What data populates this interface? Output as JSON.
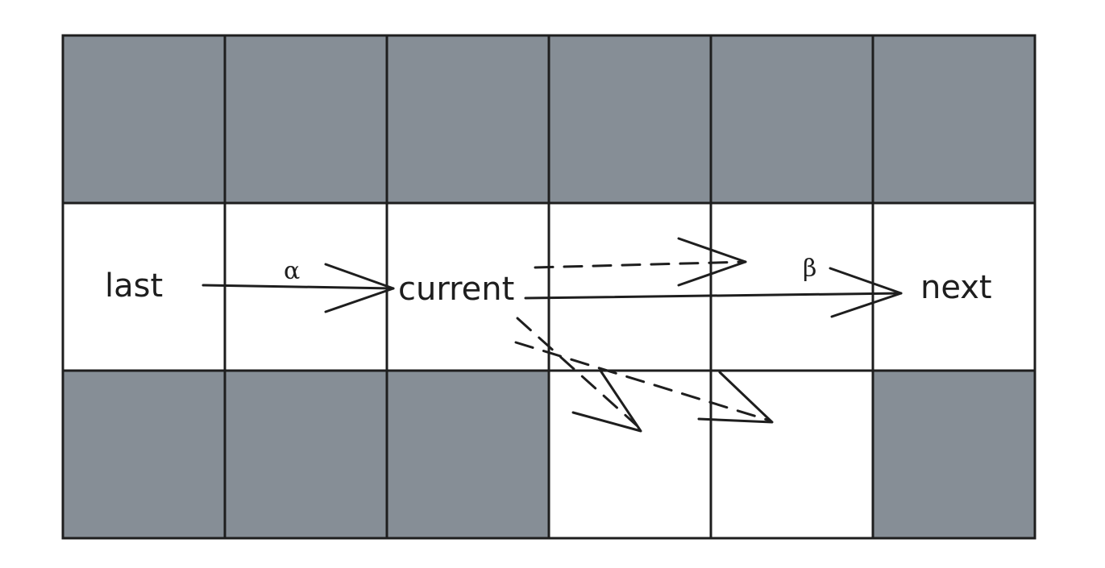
{
  "palette": {
    "blocked": "#868e96",
    "open": "#ffffff",
    "stroke": "#1e1e1e"
  },
  "grid": {
    "rows": 3,
    "cols": 6,
    "cells": [
      [
        "blocked",
        "blocked",
        "blocked",
        "blocked",
        "blocked",
        "blocked"
      ],
      [
        "open",
        "open",
        "open",
        "open",
        "open",
        "open"
      ],
      [
        "blocked",
        "blocked",
        "blocked",
        "open",
        "open",
        "blocked"
      ]
    ]
  },
  "labels": {
    "last": "last",
    "current": "current",
    "next": "next",
    "alpha": "α",
    "beta": "β"
  },
  "edges": [
    {
      "from": "last",
      "to": "current",
      "style": "solid",
      "label": "alpha"
    },
    {
      "from": "current",
      "to": "next",
      "style": "solid",
      "label": "beta"
    },
    {
      "from": "current",
      "to": "cell-1-4",
      "style": "dashed"
    },
    {
      "from": "current",
      "to": "cell-2-3",
      "style": "dashed"
    },
    {
      "from": "current",
      "to": "cell-2-4",
      "style": "dashed"
    }
  ]
}
